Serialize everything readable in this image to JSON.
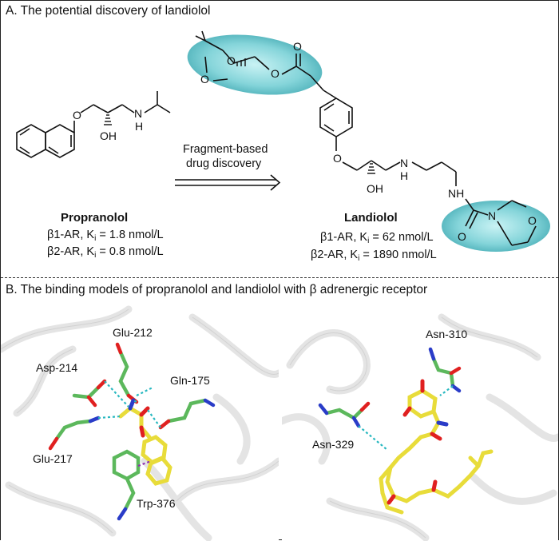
{
  "panel_a": {
    "title": "A. The potential discovery of landiolol",
    "arrow_label_line1": "Fragment-based",
    "arrow_label_line2": "drug discovery",
    "propranolol": {
      "name": "Propranolol",
      "b1_label": "β1-AR, K",
      "b1_value": " = 1.8 nmol/L",
      "b2_label": "β2-AR, K",
      "b2_value": " = 0.8 nmol/L",
      "sub": "i"
    },
    "landiolol": {
      "name": "Landiolol",
      "b1_label": "β1-AR, K",
      "b1_value": " = 62 nmol/L",
      "b2_label": "β2-AR, K",
      "b2_value": " = 1890 nmol/L",
      "sub": "i"
    },
    "atoms": {
      "O": "O",
      "OH": "OH",
      "N": "N",
      "H": "H",
      "NH": "NH"
    }
  },
  "panel_b": {
    "title": "B. The binding models of propranolol and landiolol with β adrenergic receptor",
    "left_labels": {
      "glu212": "Glu-212",
      "asp214": "Asp-214",
      "gln175": "Gln-175",
      "glu217": "Glu-217",
      "trp376": "Trp-376"
    },
    "right_labels": {
      "asn310": "Asn-310",
      "asn329": "Asn-329"
    }
  },
  "colors": {
    "highlight": "#5cc4cc",
    "carbon_green": "#5cb85c",
    "ligand_yellow": "#e8dc3a",
    "oxygen_red": "#e02020",
    "nitrogen_blue": "#2a3cc8",
    "hbond_cyan": "#28b8c0",
    "pi_magenta": "#9030b0"
  }
}
